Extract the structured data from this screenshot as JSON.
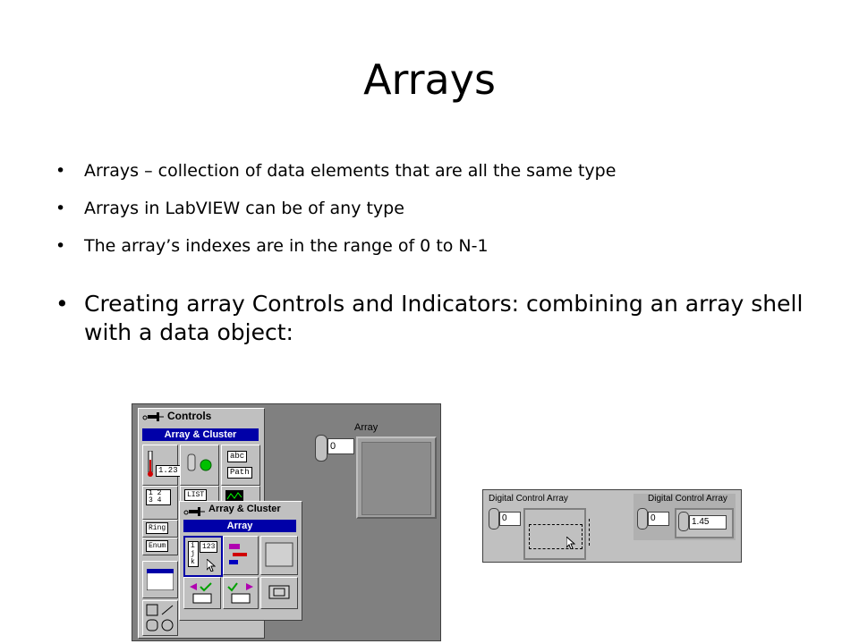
{
  "slide": {
    "title": "Arrays",
    "bullets": [
      "Arrays – collection of data elements that are all the same type",
      "Arrays in LabVIEW can be of any type",
      "The array’s indexes  are in the range of 0 to N-1"
    ],
    "main_bullet": "Creating array Controls and Indicators: combining an array shell with a data object:",
    "bullet_char": "•"
  },
  "palette": {
    "controls_title": "Controls",
    "array_cluster_header": "Array & Cluster",
    "num_display": "1.23",
    "str_label": "abc",
    "path_label": "Path",
    "list_label": "LIST",
    "ring_label": "Ring",
    "enum_label": "Enum",
    "array_matrix": "1 2 3 4",
    "array_label": "Array",
    "index_value": "0",
    "sub_title": "Array & Cluster",
    "sub_header": "Array",
    "sub_num": "123",
    "sub_index": "i j k"
  },
  "dca": {
    "left_label": "Digital Control Array",
    "left_index": "0",
    "right_label": "Digital Control Array",
    "right_index": "0",
    "right_value": "1.45"
  }
}
